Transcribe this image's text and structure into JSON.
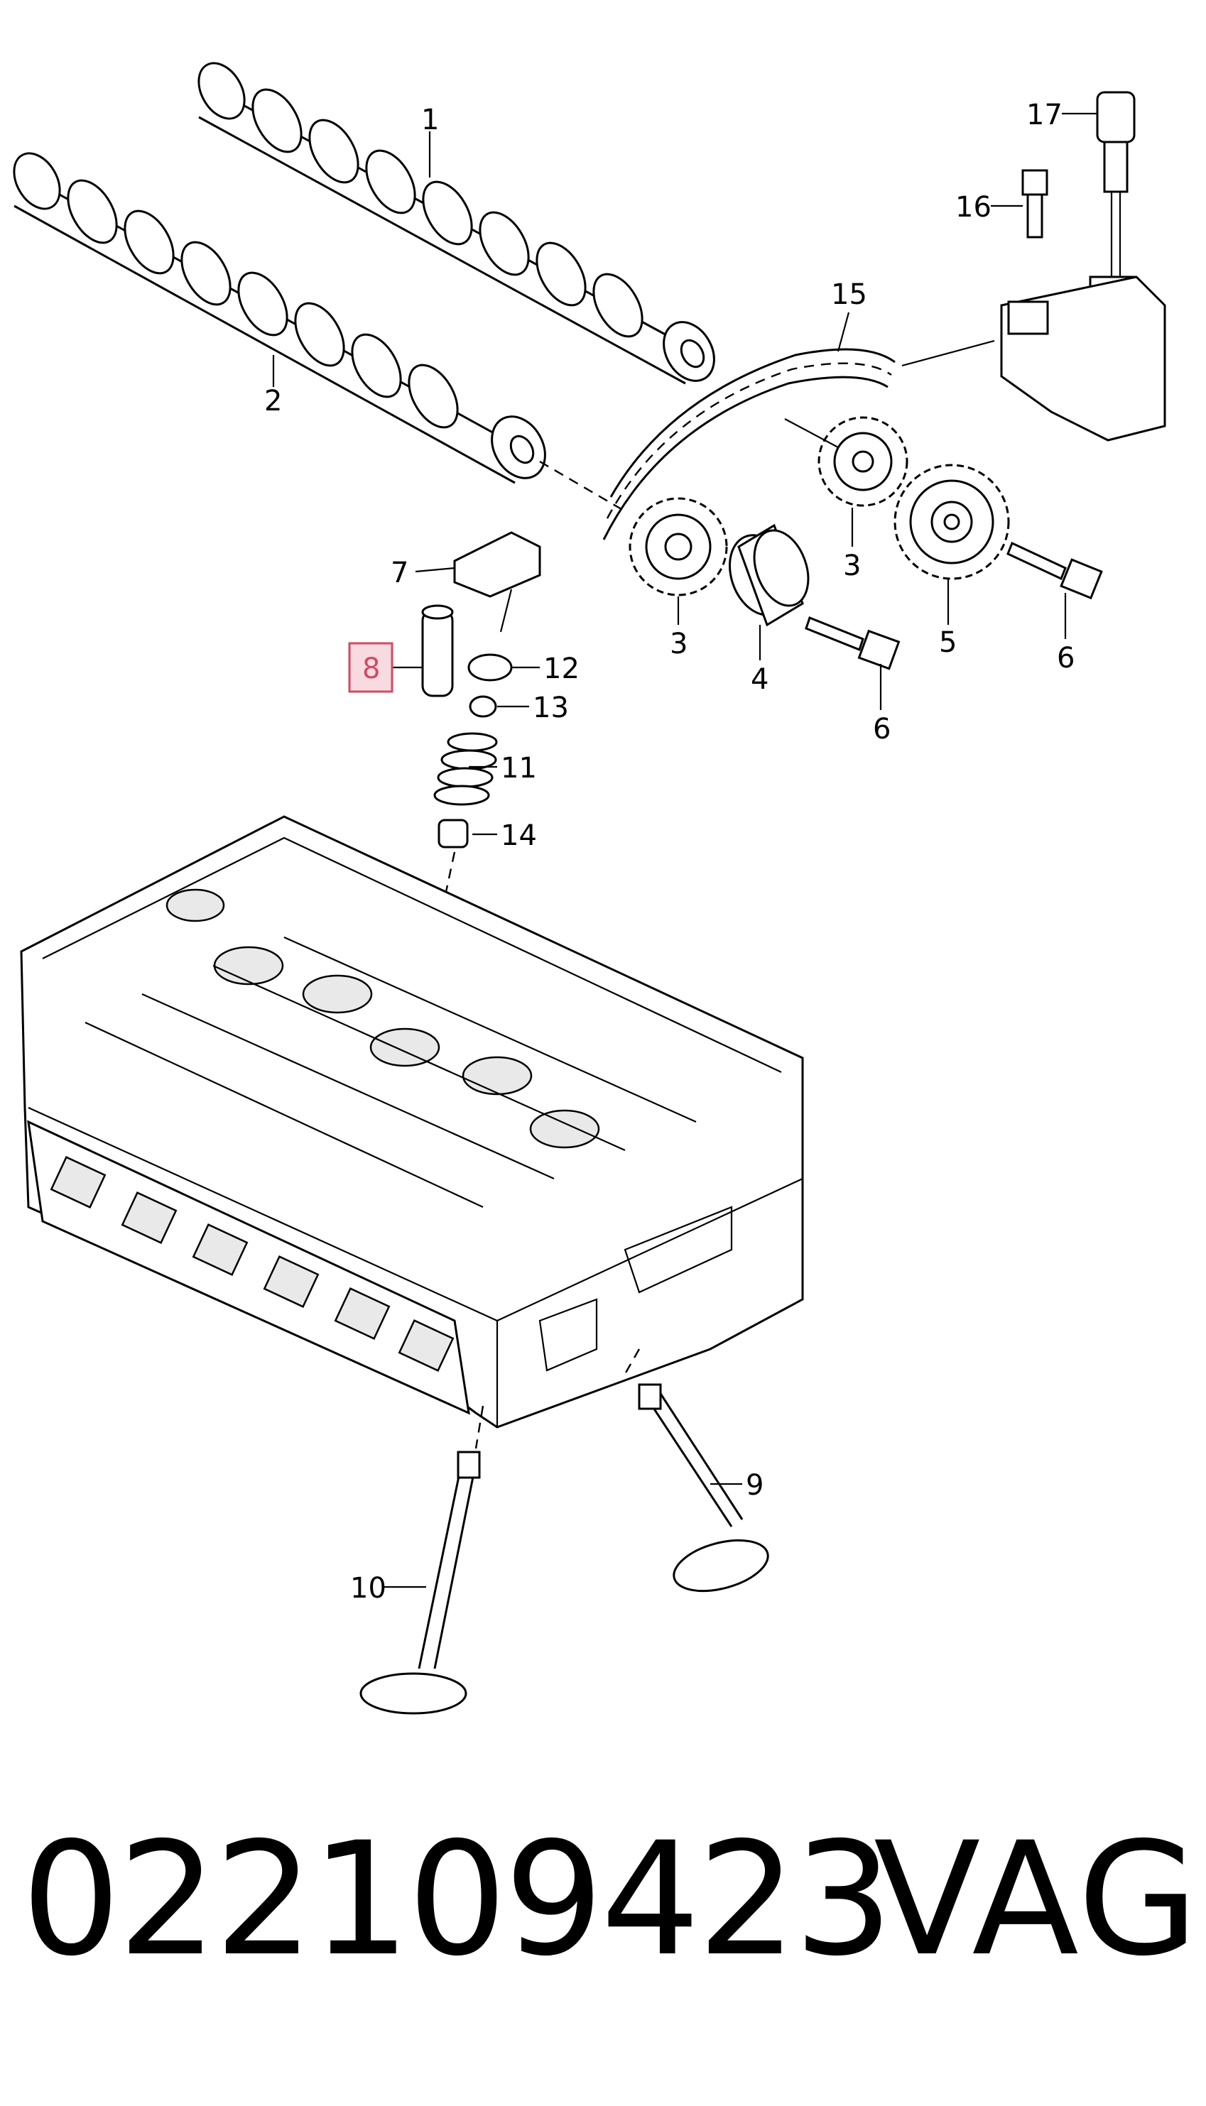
{
  "diagram": {
    "callouts": [
      {
        "id": "1",
        "label": "1"
      },
      {
        "id": "2",
        "label": "2"
      },
      {
        "id": "3a",
        "label": "3"
      },
      {
        "id": "3b",
        "label": "3"
      },
      {
        "id": "4",
        "label": "4"
      },
      {
        "id": "5",
        "label": "5"
      },
      {
        "id": "6a",
        "label": "6"
      },
      {
        "id": "6b",
        "label": "6"
      },
      {
        "id": "7",
        "label": "7"
      },
      {
        "id": "8",
        "label": "8"
      },
      {
        "id": "9",
        "label": "9"
      },
      {
        "id": "10",
        "label": "10"
      },
      {
        "id": "11",
        "label": "11"
      },
      {
        "id": "12",
        "label": "12"
      },
      {
        "id": "13",
        "label": "13"
      },
      {
        "id": "14",
        "label": "14"
      },
      {
        "id": "15",
        "label": "15"
      },
      {
        "id": "16",
        "label": "16"
      },
      {
        "id": "17",
        "label": "17"
      }
    ],
    "highlighted_callout": "8",
    "highlight_color": "#f7dbe1",
    "highlight_border": "#d04b63"
  },
  "footer": {
    "part_number": "022109423",
    "brand": "VAG"
  }
}
